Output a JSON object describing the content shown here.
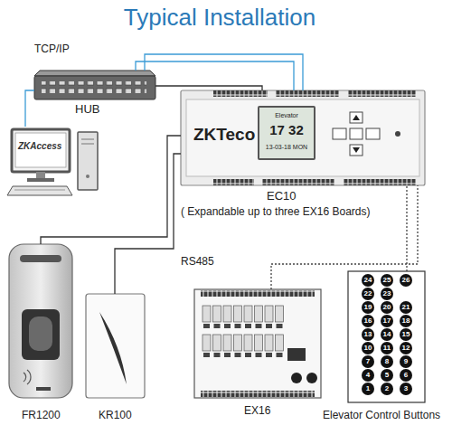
{
  "diagram": {
    "title": "Typical Installation",
    "nodes": [
      {
        "text": [
          "HUB"
        ]
      },
      {
        "text": [
          "ZKAccess"
        ]
      },
      {
        "text": [
          "ZKTeco",
          "EC10",
          "( Expandable up to three EX16 Boards)"
        ]
      },
      {
        "text": [
          "Elevator",
          "17 32",
          "13-03-18 MON"
        ],
        "in": 2
      },
      {
        "text": [
          "FR1200"
        ]
      },
      {
        "text": [
          "KR100"
        ]
      },
      {
        "text": [
          "EX16"
        ]
      },
      {
        "text": [
          "Elevator Control Buttons"
        ]
      },
      {
        "text": [
          "24"
        ],
        "in": 7
      },
      {
        "text": [
          "25"
        ],
        "in": 7
      },
      {
        "text": [
          "26"
        ],
        "in": 7
      },
      {
        "text": [
          "22"
        ],
        "in": 7
      },
      {
        "text": [
          "23"
        ],
        "in": 7
      },
      {
        "text": [
          "19"
        ],
        "in": 7
      },
      {
        "text": [
          "20"
        ],
        "in": 7
      },
      {
        "text": [
          "21"
        ],
        "in": 7
      },
      {
        "text": [
          "16"
        ],
        "in": 7
      },
      {
        "text": [
          "17"
        ],
        "in": 7
      },
      {
        "text": [
          "18"
        ],
        "in": 7
      },
      {
        "text": [
          "13"
        ],
        "in": 7
      },
      {
        "text": [
          "14"
        ],
        "in": 7
      },
      {
        "text": [
          "15"
        ],
        "in": 7
      },
      {
        "text": [
          "10"
        ],
        "in": 7
      },
      {
        "text": [
          "11"
        ],
        "in": 7
      },
      {
        "text": [
          "12"
        ],
        "in": 7
      },
      {
        "text": [
          "7"
        ],
        "in": 7
      },
      {
        "text": [
          "8"
        ],
        "in": 7
      },
      {
        "text": [
          "9"
        ],
        "in": 7
      },
      {
        "text": [
          "4"
        ],
        "in": 7
      },
      {
        "text": [
          "5"
        ],
        "in": 7
      },
      {
        "text": [
          "6"
        ],
        "in": 7
      },
      {
        "text": [
          "1"
        ],
        "in": 7
      },
      {
        "text": [
          "2"
        ],
        "in": 7
      },
      {
        "text": [
          "3"
        ],
        "in": 7
      }
    ],
    "edges": [
      {
        "from": 0,
        "to": 2,
        "arrow": "none"
      },
      {
        "from": 0,
        "to": 2,
        "arrow": "none"
      },
      {
        "from": 0,
        "to": 2,
        "arrow": "none"
      },
      {
        "from": 1,
        "to": 0,
        "arrow": "none"
      },
      {
        "from": 4,
        "to": 2,
        "arrow": "none"
      },
      {
        "from": 5,
        "to": 2,
        "arrow": "none"
      },
      {
        "from": 6,
        "to": 2,
        "arrow": "none"
      },
      {
        "from": 7,
        "to": 2,
        "arrow": "none"
      }
    ],
    "labels": [
      "TCP/IP",
      "RS485"
    ]
  }
}
